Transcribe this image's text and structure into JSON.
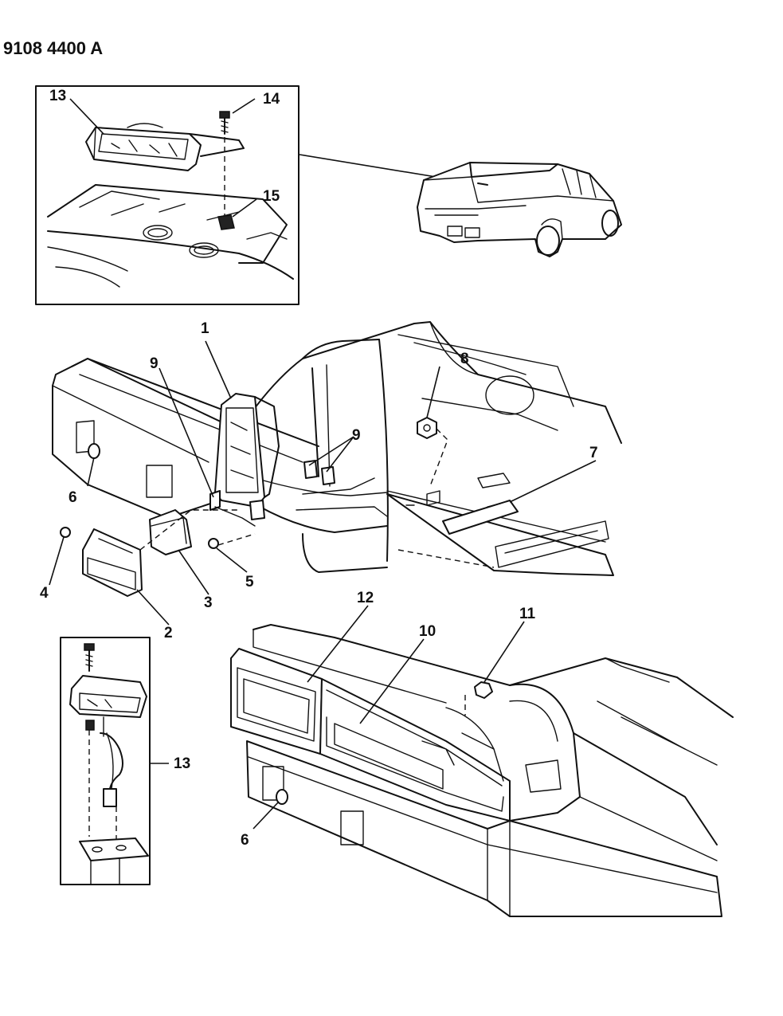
{
  "document_number": "9108 4400 A",
  "callouts": {
    "c1": "1",
    "c2": "2",
    "c3": "3",
    "c4": "4",
    "c5": "5",
    "c6a": "6",
    "c6b": "6",
    "c7": "7",
    "c8": "8",
    "c9a": "9",
    "c9b": "9",
    "c10": "10",
    "c11": "11",
    "c12": "12",
    "c13a": "13",
    "c13b": "13",
    "c14": "14",
    "c15": "15"
  }
}
